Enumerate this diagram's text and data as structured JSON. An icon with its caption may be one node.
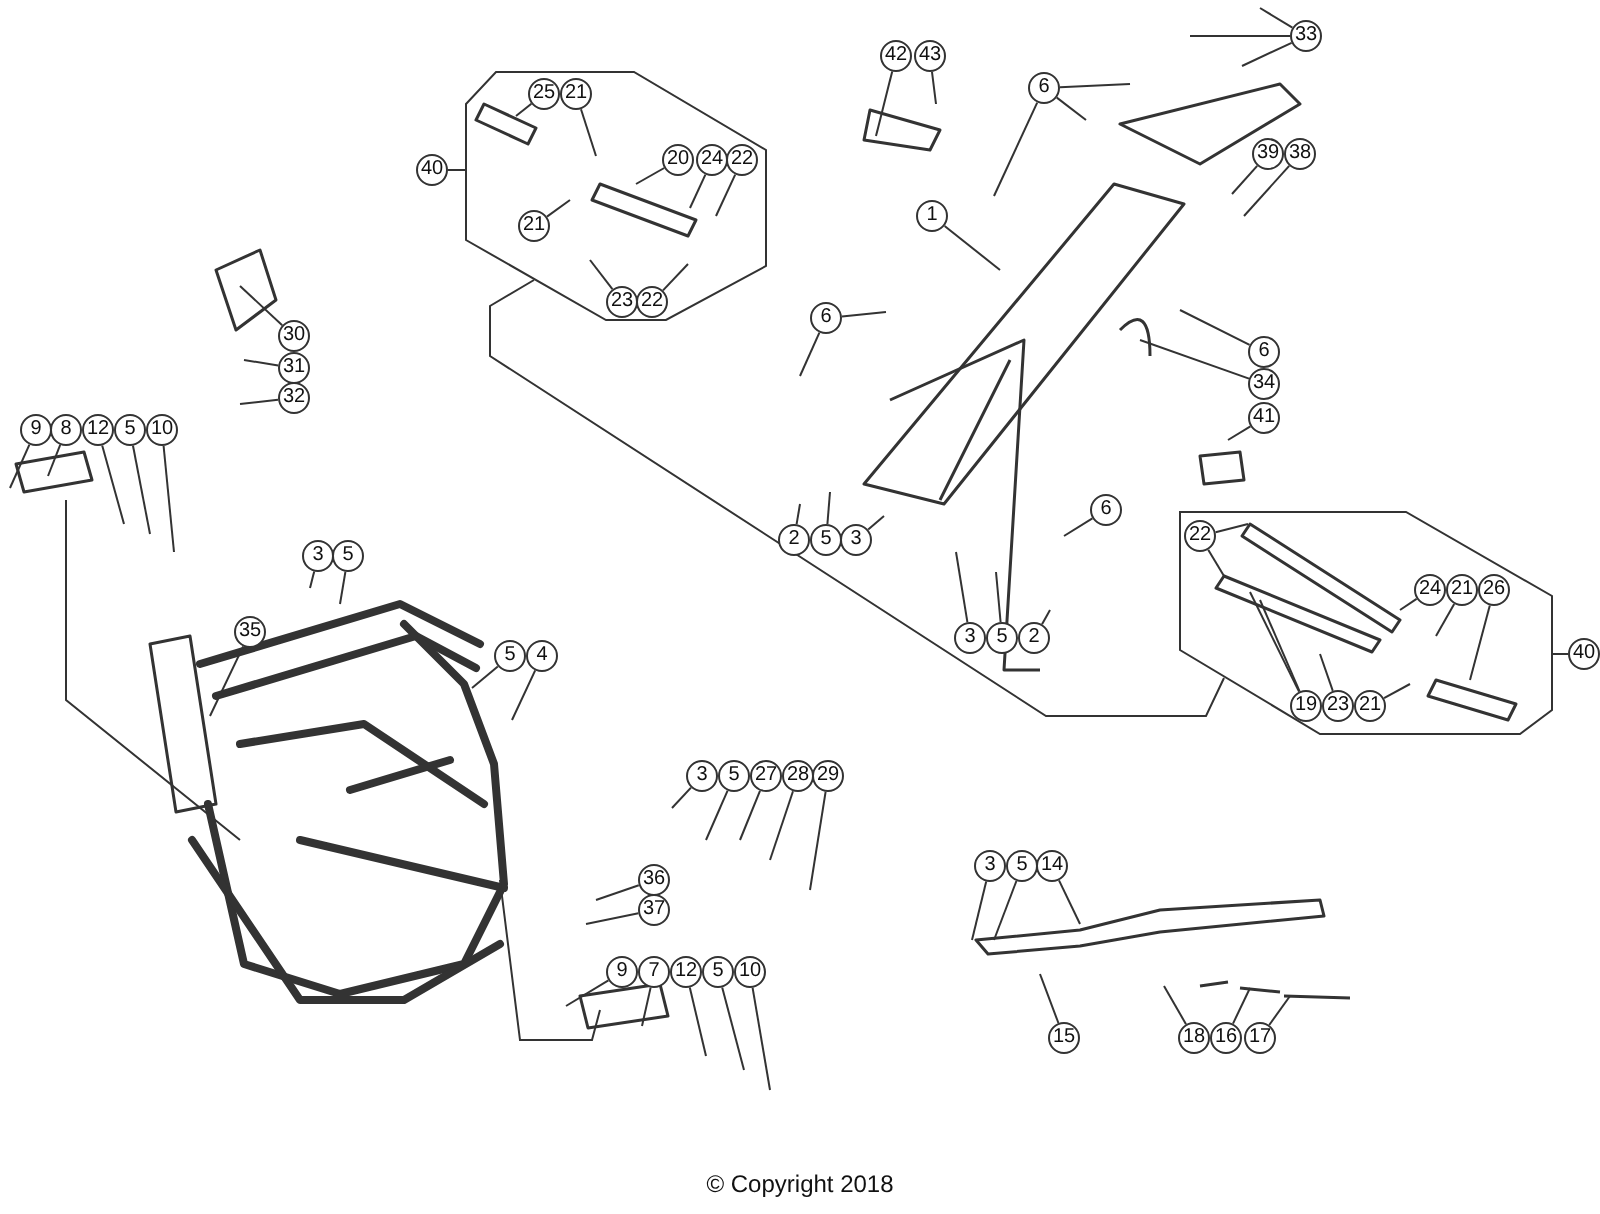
{
  "diagram": {
    "nodes": [
      {
        "text": [],
        "shape": "octagon"
      },
      {
        "text": [
          "40"
        ]
      },
      {
        "text": [
          "25"
        ],
        "in": 0
      },
      {
        "text": [
          "21"
        ],
        "in": 0
      },
      {
        "text": [
          "20"
        ],
        "in": 0
      },
      {
        "text": [
          "24"
        ],
        "in": 0
      },
      {
        "text": [
          "22"
        ],
        "in": 0
      },
      {
        "text": [
          "21"
        ],
        "in": 0
      },
      {
        "text": [
          "23"
        ],
        "in": 0
      },
      {
        "text": [
          "22"
        ],
        "in": 0
      },
      {
        "text": [
          "42"
        ]
      },
      {
        "text": [
          "43"
        ]
      },
      {
        "text": [
          "6"
        ]
      },
      {
        "text": [
          "33"
        ]
      },
      {
        "text": [
          "1"
        ]
      },
      {
        "text": [
          "39"
        ]
      },
      {
        "text": [
          "38"
        ]
      },
      {
        "text": [
          "30"
        ]
      },
      {
        "text": [
          "31"
        ]
      },
      {
        "text": [
          "32"
        ]
      },
      {
        "text": [
          "6"
        ]
      },
      {
        "text": [
          "6"
        ]
      },
      {
        "text": [
          "34"
        ]
      },
      {
        "text": [
          "41"
        ]
      },
      {
        "text": [
          "9"
        ]
      },
      {
        "text": [
          "8"
        ]
      },
      {
        "text": [
          "12"
        ]
      },
      {
        "text": [
          "5"
        ]
      },
      {
        "text": [
          "10"
        ]
      },
      {
        "text": [
          "6"
        ]
      },
      {
        "text": [
          "2"
        ]
      },
      {
        "text": [
          "5"
        ]
      },
      {
        "text": [
          "3"
        ]
      },
      {
        "text": [],
        "shape": "octagon"
      },
      {
        "text": [
          "22"
        ],
        "in": 33
      },
      {
        "text": [
          "24"
        ],
        "in": 33
      },
      {
        "text": [
          "21"
        ],
        "in": 33
      },
      {
        "text": [
          "26"
        ],
        "in": 33
      },
      {
        "text": [
          "40"
        ]
      },
      {
        "text": [
          "3"
        ]
      },
      {
        "text": [
          "5"
        ]
      },
      {
        "text": [
          "3"
        ]
      },
      {
        "text": [
          "5"
        ]
      },
      {
        "text": [
          "2"
        ]
      },
      {
        "text": [
          "19"
        ],
        "in": 33
      },
      {
        "text": [
          "23"
        ],
        "in": 33
      },
      {
        "text": [
          "21"
        ],
        "in": 33
      },
      {
        "text": [
          "35"
        ]
      },
      {
        "text": [
          "5"
        ]
      },
      {
        "text": [
          "4"
        ]
      },
      {
        "text": [
          "3"
        ]
      },
      {
        "text": [
          "5"
        ]
      },
      {
        "text": [
          "27"
        ]
      },
      {
        "text": [
          "28"
        ]
      },
      {
        "text": [
          "29"
        ]
      },
      {
        "text": [
          "3"
        ]
      },
      {
        "text": [
          "5"
        ]
      },
      {
        "text": [
          "14"
        ]
      },
      {
        "text": [
          "36"
        ]
      },
      {
        "text": [
          "37"
        ]
      },
      {
        "text": [
          "9"
        ]
      },
      {
        "text": [
          "7"
        ]
      },
      {
        "text": [
          "12"
        ]
      },
      {
        "text": [
          "5"
        ]
      },
      {
        "text": [
          "10"
        ]
      },
      {
        "text": [
          "15"
        ]
      },
      {
        "text": [
          "18"
        ]
      },
      {
        "text": [
          "16"
        ]
      },
      {
        "text": [
          "17"
        ]
      }
    ],
    "edges": [
      {
        "from": 1,
        "to": 0,
        "arrow": "none"
      },
      {
        "from": 0,
        "to": 33,
        "arrow": "none"
      },
      {
        "from": 2,
        "to": null,
        "arrow": "none"
      },
      {
        "from": 3,
        "to": null,
        "arrow": "none"
      },
      {
        "from": 4,
        "to": null,
        "arrow": "none"
      },
      {
        "from": 5,
        "to": null,
        "arrow": "none"
      },
      {
        "from": 6,
        "to": null,
        "arrow": "none"
      },
      {
        "from": 7,
        "to": null,
        "arrow": "none"
      },
      {
        "from": 8,
        "to": null,
        "arrow": "none"
      },
      {
        "from": 9,
        "to": null,
        "arrow": "none"
      },
      {
        "from": 10,
        "to": null,
        "arrow": "none"
      },
      {
        "from": 11,
        "to": null,
        "arrow": "none"
      },
      {
        "from": 12,
        "to": null,
        "arrow": "none"
      },
      {
        "from": 12,
        "to": null,
        "arrow": "none"
      },
      {
        "from": 12,
        "to": null,
        "arrow": "none"
      },
      {
        "from": 13,
        "to": null,
        "arrow": "none"
      },
      {
        "from": 13,
        "to": null,
        "arrow": "none"
      },
      {
        "from": 13,
        "to": null,
        "arrow": "none"
      },
      {
        "from": 14,
        "to": null,
        "arrow": "none"
      },
      {
        "from": 15,
        "to": null,
        "arrow": "none"
      },
      {
        "from": 16,
        "to": null,
        "arrow": "none"
      },
      {
        "from": 17,
        "to": null,
        "arrow": "none"
      },
      {
        "from": 18,
        "to": null,
        "arrow": "none"
      },
      {
        "from": 19,
        "to": null,
        "arrow": "none"
      },
      {
        "from": 20,
        "to": null,
        "arrow": "none"
      },
      {
        "from": 20,
        "to": null,
        "arrow": "none"
      },
      {
        "from": 21,
        "to": null,
        "arrow": "none"
      },
      {
        "from": 22,
        "to": null,
        "arrow": "none"
      },
      {
        "from": 23,
        "to": null,
        "arrow": "none"
      },
      {
        "from": 24,
        "to": null,
        "arrow": "none"
      },
      {
        "from": 25,
        "to": null,
        "arrow": "none"
      },
      {
        "from": 26,
        "to": null,
        "arrow": "none"
      },
      {
        "from": 27,
        "to": null,
        "arrow": "none"
      },
      {
        "from": 28,
        "to": null,
        "arrow": "none"
      },
      {
        "from": 29,
        "to": null,
        "arrow": "none"
      },
      {
        "from": 30,
        "to": null,
        "arrow": "none"
      },
      {
        "from": 31,
        "to": null,
        "arrow": "none"
      },
      {
        "from": 32,
        "to": null,
        "arrow": "none"
      },
      {
        "from": 34,
        "to": null,
        "arrow": "none"
      },
      {
        "from": 34,
        "to": null,
        "arrow": "none"
      },
      {
        "from": 35,
        "to": null,
        "arrow": "none"
      },
      {
        "from": 36,
        "to": null,
        "arrow": "none"
      },
      {
        "from": 37,
        "to": null,
        "arrow": "none"
      },
      {
        "from": 38,
        "to": 33,
        "arrow": "none"
      },
      {
        "from": 39,
        "to": null,
        "arrow": "none"
      },
      {
        "from": 40,
        "to": null,
        "arrow": "none"
      },
      {
        "from": 41,
        "to": null,
        "arrow": "none"
      },
      {
        "from": 42,
        "to": null,
        "arrow": "none"
      },
      {
        "from": 43,
        "to": null,
        "arrow": "none"
      },
      {
        "from": 44,
        "to": null,
        "arrow": "none"
      },
      {
        "from": 44,
        "to": null,
        "arrow": "none"
      },
      {
        "from": 45,
        "to": null,
        "arrow": "none"
      },
      {
        "from": 46,
        "to": null,
        "arrow": "none"
      },
      {
        "from": 47,
        "to": null,
        "arrow": "none"
      },
      {
        "from": 48,
        "to": null,
        "arrow": "none"
      },
      {
        "from": 49,
        "to": null,
        "arrow": "none"
      },
      {
        "from": 50,
        "to": null,
        "arrow": "none"
      },
      {
        "from": 51,
        "to": null,
        "arrow": "none"
      },
      {
        "from": 52,
        "to": null,
        "arrow": "none"
      },
      {
        "from": 53,
        "to": null,
        "arrow": "none"
      },
      {
        "from": 54,
        "to": null,
        "arrow": "none"
      },
      {
        "from": 55,
        "to": null,
        "arrow": "none"
      },
      {
        "from": 56,
        "to": null,
        "arrow": "none"
      },
      {
        "from": 57,
        "to": null,
        "arrow": "none"
      },
      {
        "from": 58,
        "to": null,
        "arrow": "none"
      },
      {
        "from": 59,
        "to": null,
        "arrow": "none"
      },
      {
        "from": 60,
        "to": null,
        "arrow": "none"
      },
      {
        "from": 61,
        "to": null,
        "arrow": "none"
      },
      {
        "from": 62,
        "to": null,
        "arrow": "none"
      },
      {
        "from": 63,
        "to": null,
        "arrow": "none"
      },
      {
        "from": 64,
        "to": null,
        "arrow": "none"
      },
      {
        "from": 65,
        "to": null,
        "arrow": "none"
      },
      {
        "from": 66,
        "to": null,
        "arrow": "none"
      },
      {
        "from": 67,
        "to": null,
        "arrow": "none"
      },
      {
        "from": 68,
        "to": null,
        "arrow": "none"
      }
    ],
    "labels": [
      "© Copyright 2018"
    ]
  }
}
